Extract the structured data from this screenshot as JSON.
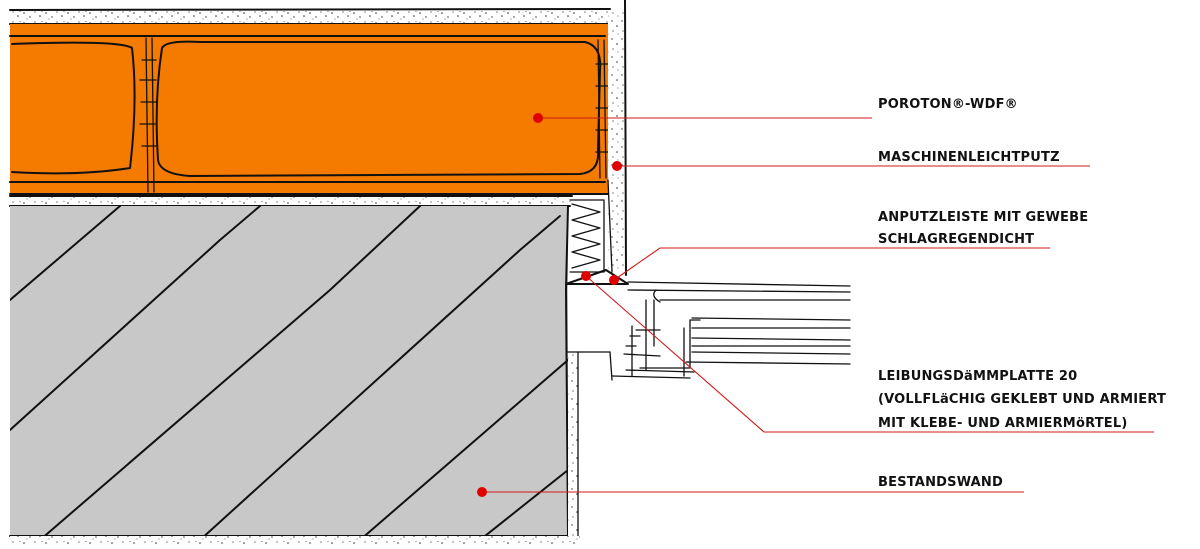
{
  "colors": {
    "brick": "#f47b00",
    "existing_wall": "#c8c8c8",
    "leader_line": "#d01818",
    "marker": "#e00000"
  },
  "labels": {
    "poroton": "POROTON®-WDF®",
    "maschinenleichtputz": "MASCHINENLEICHTPUTZ",
    "anputzleiste_line1": "ANPUTZLEISTE MIT GEWEBE",
    "anputzleiste_line2": "SCHLAGREGENDICHT",
    "leibung_line1": "LEIBUNGSDäMMPLATTE 20",
    "leibung_line2": "(VOLLFLäCHIG GEKLEBT UND ARMIERT",
    "leibung_line3": "MIT KLEBE- UND ARMIERMöRTEL)",
    "bestandswand": "BESTANDSWAND"
  }
}
